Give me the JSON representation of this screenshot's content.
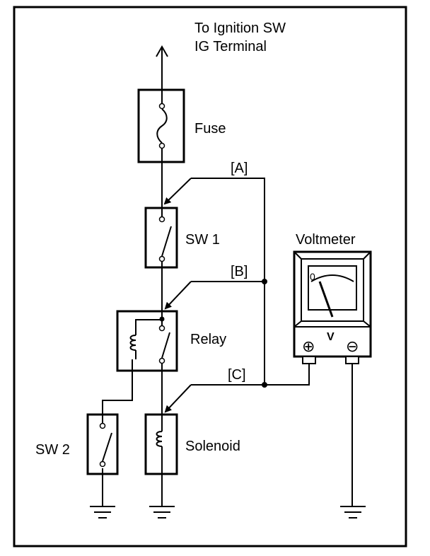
{
  "labels": {
    "ignition_line1": "To Ignition SW",
    "ignition_line2": "IG Terminal",
    "fuse": "Fuse",
    "sw1": "SW 1",
    "relay": "Relay",
    "solenoid": "Solenoid",
    "sw2": "SW 2",
    "voltmeter": "Voltmeter",
    "probe_a": "[A]",
    "probe_b": "[B]",
    "probe_c": "[C]",
    "meter_zero": "0",
    "meter_unit": "V",
    "terminal_plus": "⊕",
    "terminal_minus": "⊖"
  }
}
